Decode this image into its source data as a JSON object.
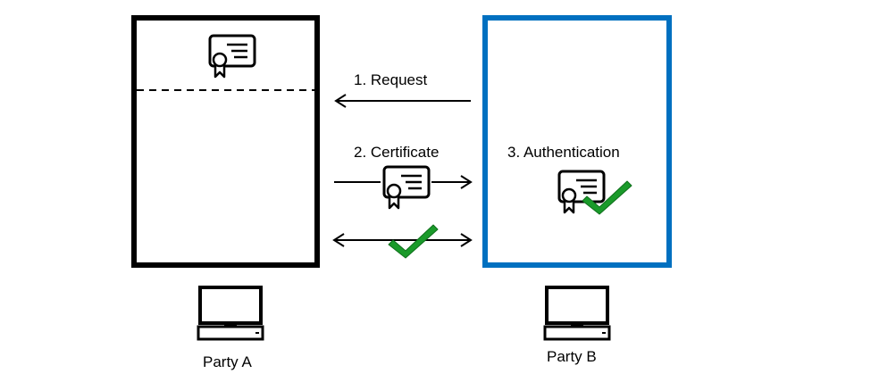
{
  "steps": {
    "request": "1. Request",
    "certificate": "2. Certificate",
    "authentication": "3. Authentication"
  },
  "parties": {
    "a": "Party A",
    "b": "Party B"
  },
  "icons": {
    "certificate": "certificate-icon",
    "checkmark": "checkmark-icon",
    "computer": "computer-icon"
  },
  "colors": {
    "party_a_border": "#000000",
    "party_b_border": "#0070c0",
    "checkmark": "#1a9a2a"
  }
}
